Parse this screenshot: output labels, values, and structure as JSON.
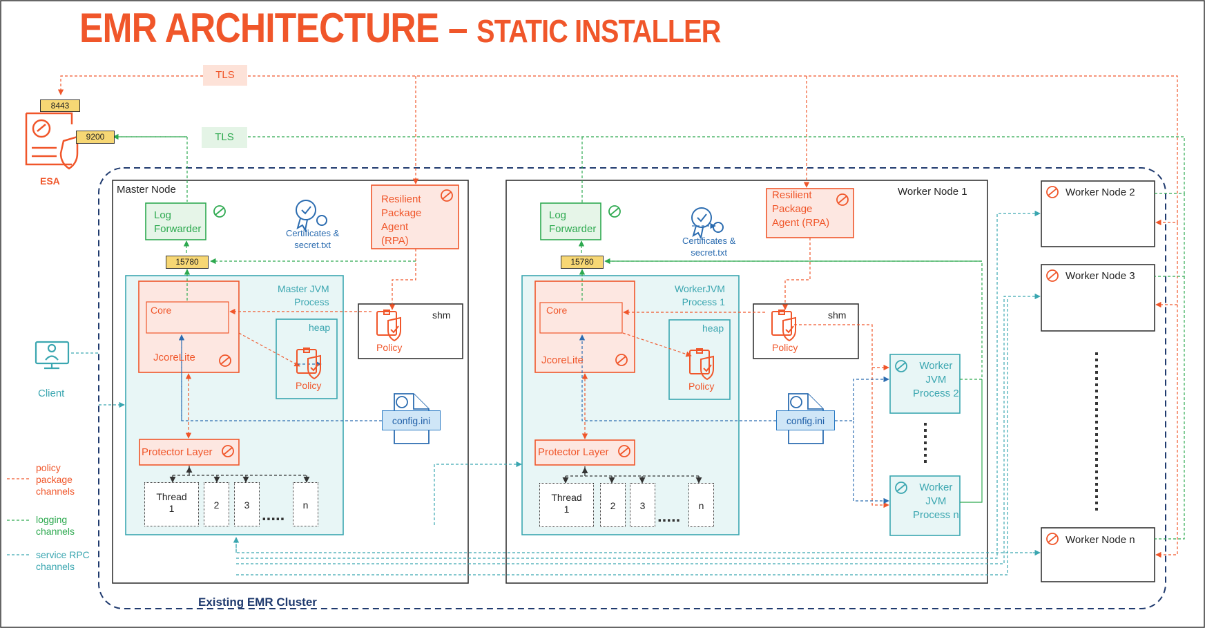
{
  "title": {
    "main": "EMR ARCHITECTURE",
    "dash": "–",
    "sub": "STATIC INSTALLER"
  },
  "colors": {
    "orange": "#f0562a",
    "green": "#2da94f",
    "teal": "#3aa6b0",
    "blue": "#2b6cb0",
    "navy": "#1f3a6e",
    "dark": "#333333"
  },
  "esa": {
    "label": "ESA",
    "port_policy": "8443",
    "port_logging": "9200"
  },
  "tls": {
    "orange": "TLS",
    "green": "TLS"
  },
  "client": {
    "label": "Client"
  },
  "cluster": {
    "label": "Existing EMR Cluster"
  },
  "master": {
    "title": "Master Node",
    "log_forwarder": "Log\nForwarder",
    "port": "15780",
    "certs": "Certificates &\nsecret.txt",
    "rpa": "Resilient\nPackage\nAgent\n(RPA)",
    "jvm": "Master JVM\nProcess",
    "core": "Core",
    "jcore": "JcoreLite",
    "heap": "heap",
    "heap_policy": "Policy",
    "shm": "shm",
    "shm_policy": "Policy",
    "config": "config.ini",
    "protector": "Protector Layer",
    "threads": [
      "Thread\n1",
      "2",
      "3",
      "n"
    ],
    "dots": "....."
  },
  "worker1": {
    "title": "Worker Node 1",
    "log_forwarder": "Log\nForwarder",
    "port": "15780",
    "certs": "Certificates &\nsecret.txt",
    "rpa": "Resilient\nPackage\nAgent (RPA)",
    "jvm": "WorkerJVM\nProcess 1",
    "core": "Core",
    "jcore": "JcoreLite",
    "heap": "heap",
    "heap_policy": "Policy",
    "shm": "shm",
    "shm_policy": "Policy",
    "config": "config.ini",
    "protector": "Protector Layer",
    "threads": [
      "Thread\n1",
      "2",
      "3",
      "n"
    ],
    "dots": ".....",
    "jvm2": "Worker\nJVM\nProcess 2",
    "jvmn": "Worker\nJVM\nProcess n"
  },
  "worker_nodes": [
    "Worker Node 2",
    "Worker Node 3",
    "Worker Node n"
  ],
  "legend": {
    "policy": "policy\npackage\nchannels",
    "logging": "logging\nchannels",
    "rpc": "service RPC\nchannels"
  }
}
